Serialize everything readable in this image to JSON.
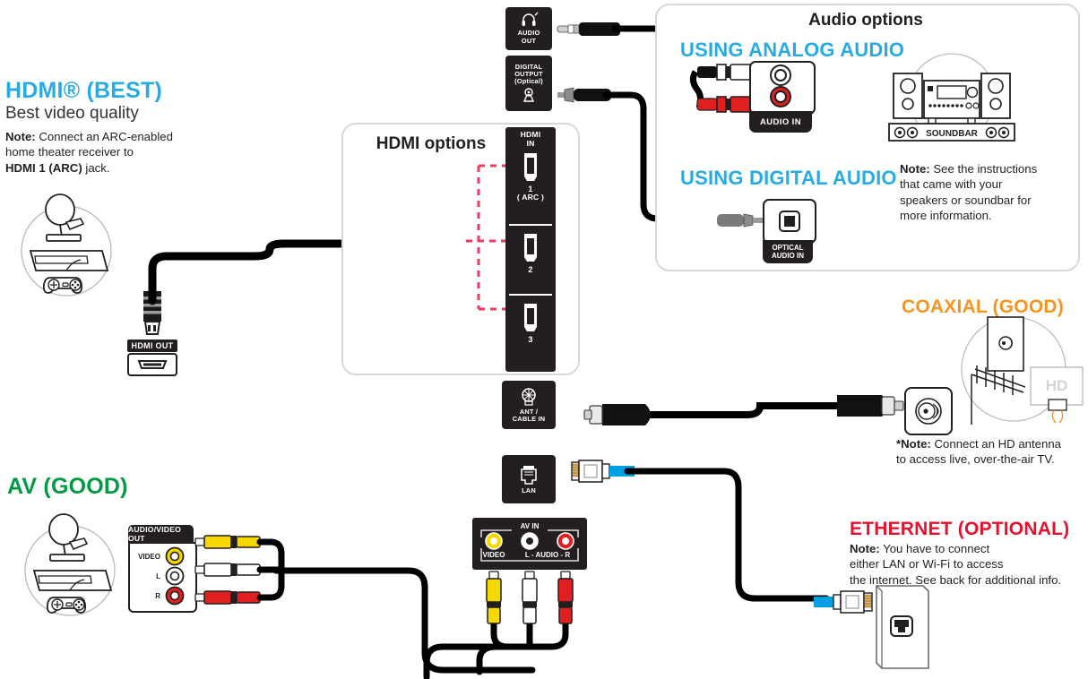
{
  "colors": {
    "hdmi_blue": "#29ABE2",
    "av_green": "#009944",
    "coax_orange": "#F7941E",
    "ethernet_red": "#E8112D",
    "arrow_red": "#EE3A63",
    "yellow": "#F5D800",
    "red": "#E02020",
    "white": "#FFFFFF",
    "cable_blue": "#00A0E4",
    "black": "#0D0D0D"
  },
  "hdmi_section": {
    "heading": "HDMI® (BEST)",
    "subheading": "Best video quality",
    "note_label": "Note:",
    "note_line1": " Connect an ARC-enabled",
    "note_line2": "home theater receiver to",
    "note_bold2": "HDMI 1 (ARC)",
    "note_tail": " jack.",
    "device_icon": "set-top-box-illustration",
    "out_port_label": "HDMI OUT"
  },
  "hdmi_panel": {
    "title": "HDMI options",
    "jack_header": "HDMI\nIN",
    "jack_header_line1": "HDMI",
    "jack_header_line2": "IN",
    "ports": [
      {
        "number": "1",
        "sublabel": "( ARC )"
      },
      {
        "number": "2",
        "sublabel": ""
      },
      {
        "number": "3",
        "sublabel": ""
      }
    ]
  },
  "tv_jacks": {
    "audio_out": {
      "line1": "AUDIO",
      "line2": "OUT",
      "icon": "headphone-icon"
    },
    "digital_output": {
      "line1": "DIGITAL",
      "line2": "OUTPUT",
      "line3": "(Optical)",
      "icon": "optical-jack-icon"
    },
    "ant_cable_in": {
      "line1": "ANT /",
      "line2": "CABLE IN",
      "icon": "coax-jack-icon"
    },
    "lan": {
      "line1": "LAN",
      "icon": "rj45-icon"
    }
  },
  "audio_panel": {
    "title": "Audio options",
    "analog_heading": "USING ANALOG AUDIO",
    "digital_heading": "USING DIGITAL AUDIO",
    "audio_in_label": "AUDIO IN",
    "optical_label_line1": "OPTICAL",
    "optical_label_line2": "AUDIO IN",
    "soundbar_label": "SOUNDBAR",
    "note_label": "Note:",
    "note_line1": " See the instructions",
    "note_line2": "that came with your",
    "note_line3": "speakers or soundbar for",
    "note_line4": "more information."
  },
  "coaxial_section": {
    "heading": "COAXIAL (GOOD)",
    "note_star": "*",
    "note_label": "Note:",
    "note_line1": " Connect an HD antenna",
    "note_line2": "to access live, over-the-air TV.",
    "antenna_badge": "HD",
    "antenna_star": "*"
  },
  "ethernet_section": {
    "heading": "ETHERNET (OPTIONAL)",
    "note_label": "Note:",
    "note_line1": " You have to connect",
    "note_line2": "either LAN or Wi-Fi to access",
    "note_line3": "the internet. See back for additional info."
  },
  "av_section": {
    "heading": "AV (GOOD)",
    "out_panel_title": "AUDIO/VIDEO OUT",
    "out_jacks": [
      {
        "label": "VIDEO",
        "color": "#F5D800"
      },
      {
        "label": "L",
        "color": "#FFFFFF"
      },
      {
        "label": "R",
        "color": "#E02020"
      }
    ],
    "in_panel_title": "AV IN",
    "in_label_video": "VIDEO",
    "in_label_audio": "L - AUDIO - R",
    "device_icon": "set-top-box-illustration"
  }
}
